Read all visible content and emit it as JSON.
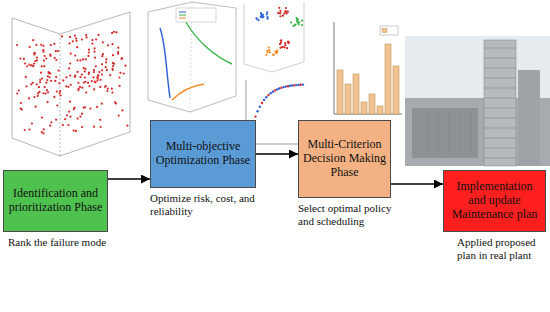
{
  "diagram": {
    "nodes": [
      {
        "text": [
          "Identification and prioritization Phase"
        ]
      },
      {
        "text": [
          "Multi-objective Optimization Phase"
        ]
      },
      {
        "text": [
          "Multi-Criterion Decision Making Phase"
        ]
      },
      {
        "text": [
          "Implementation and update Maintenance plan"
        ]
      }
    ],
    "edges": [
      {
        "from": 0,
        "to": 1,
        "arrow": "to"
      },
      {
        "from": 1,
        "to": 2,
        "arrow": "to"
      },
      {
        "from": 2,
        "to": 3,
        "arrow": "to"
      }
    ],
    "labels": [
      "Rank the failure mode",
      "Optimize risk, cost, and reliability",
      "Select optimal policy and scheduling",
      "Applied proposed plan in real plant"
    ]
  }
}
